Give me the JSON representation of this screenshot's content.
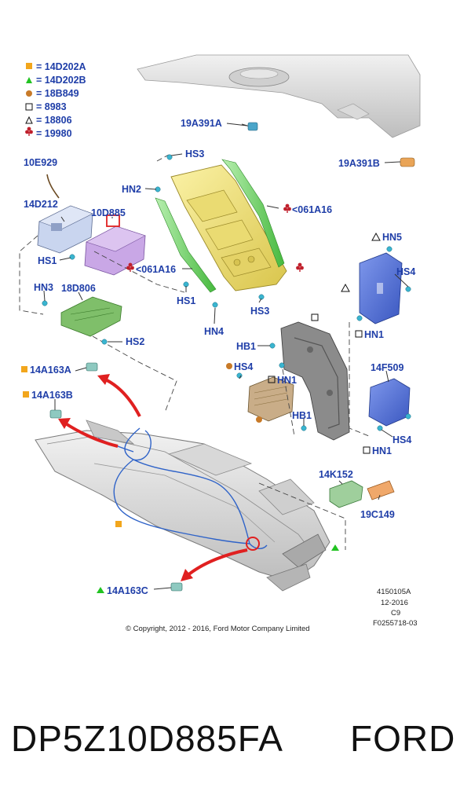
{
  "legend": [
    {
      "symbol": "filled-square",
      "color": "#f2a61c",
      "text": "= 14D202A"
    },
    {
      "symbol": "filled-triangle",
      "color": "#22c322",
      "text": "= 14D202B"
    },
    {
      "symbol": "filled-circle",
      "color": "#c87a28",
      "text": "= 18B849"
    },
    {
      "symbol": "open-square",
      "color": "#111111",
      "text": "= 8983"
    },
    {
      "symbol": "open-triangle",
      "color": "#111111",
      "text": "= 18806"
    },
    {
      "symbol": "club",
      "color": "#c0202c",
      "text": "= 19980"
    }
  ],
  "callouts": {
    "p19a391a": "19A391A",
    "p19a391b": "19A391B",
    "p10e929": "10E929",
    "p14d212": "14D212",
    "p10d885": "10D885",
    "hs3_top": "HS3",
    "hn2": "HN2",
    "p061a16_right": "<061A16",
    "p061a16_left": "<061A16",
    "hs1_left": "HS1",
    "hn3": "HN3",
    "p18d806": "18D806",
    "hs1_mid": "HS1",
    "hs3_mid": "HS3",
    "hn4": "HN4",
    "hs2": "HS2",
    "hn5": "HN5",
    "hs4_right": "HS4",
    "hn1_a": "HN1",
    "hb1_top": "HB1",
    "hs4_mid": "HS4",
    "hn1_b": "HN1",
    "p14f509": "14F509",
    "hb1_bottom": "HB1",
    "hs4_bottom": "HS4",
    "hn1_c": "HN1",
    "p14a163a": "14A163A",
    "p14a163b": "14A163B",
    "p14a163c": "14A163C",
    "p14k152": "14K152",
    "p19c149": "19C149"
  },
  "reference": {
    "illustration_no": "4150105A",
    "date": "12-2016",
    "code": "C9",
    "file_no": "F0255718-03"
  },
  "copyright": "© Copyright, 2012 - 2016, Ford Motor Company Limited",
  "caption": {
    "part_number": "DP5Z10D885FA",
    "brand": "FORD"
  },
  "colors": {
    "label_blue": "#1f3ea8",
    "highlight_red": "#e02020",
    "bezel_yellow": "#f3e47a",
    "module_purple": "#c9a7e6",
    "module_blue": "#5a78d8"
  }
}
